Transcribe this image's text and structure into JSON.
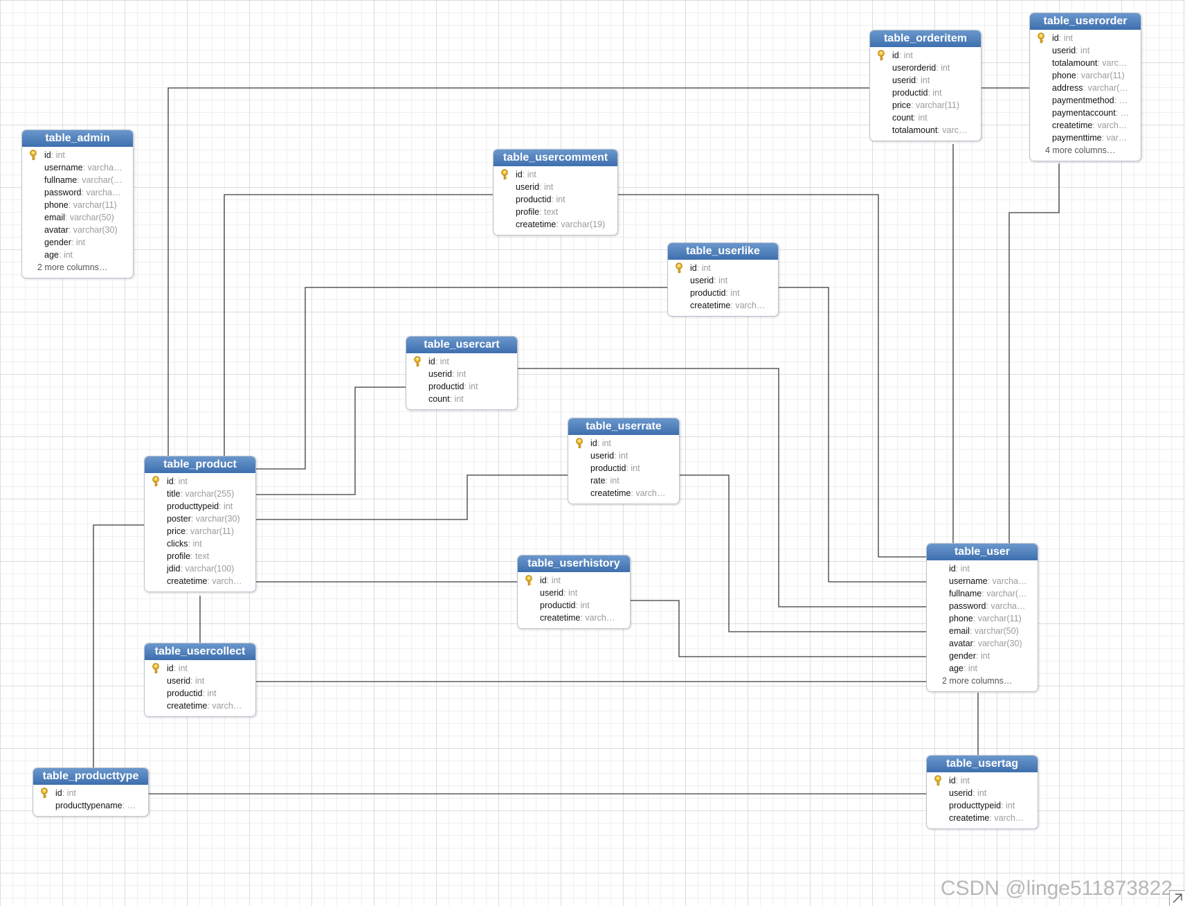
{
  "diagram": {
    "tables": [
      {
        "id": "table_admin",
        "name": "table_admin",
        "columns": [
          {
            "name": "id",
            "type": "int",
            "key": true
          },
          {
            "name": "username",
            "type": "varcha…"
          },
          {
            "name": "fullname",
            "type": "varchar(…"
          },
          {
            "name": "password",
            "type": "varcha…"
          },
          {
            "name": "phone",
            "type": "varchar(11)"
          },
          {
            "name": "email",
            "type": "varchar(50)"
          },
          {
            "name": "avatar",
            "type": "varchar(30)"
          },
          {
            "name": "gender",
            "type": "int"
          },
          {
            "name": "age",
            "type": "int"
          }
        ],
        "more": "2 more columns…"
      },
      {
        "id": "table_usercomment",
        "name": "table_usercomment",
        "columns": [
          {
            "name": "id",
            "type": "int",
            "key": true
          },
          {
            "name": "userid",
            "type": "int"
          },
          {
            "name": "productid",
            "type": "int"
          },
          {
            "name": "profile",
            "type": "text"
          },
          {
            "name": "createtime",
            "type": "varchar(19)"
          }
        ]
      },
      {
        "id": "table_orderitem",
        "name": "table_orderitem",
        "columns": [
          {
            "name": "id",
            "type": "int",
            "key": true
          },
          {
            "name": "userorderid",
            "type": "int"
          },
          {
            "name": "userid",
            "type": "int"
          },
          {
            "name": "productid",
            "type": "int"
          },
          {
            "name": "price",
            "type": "varchar(11)"
          },
          {
            "name": "count",
            "type": "int"
          },
          {
            "name": "totalamount",
            "type": "varc…"
          }
        ]
      },
      {
        "id": "table_userorder",
        "name": "table_userorder",
        "columns": [
          {
            "name": "id",
            "type": "int",
            "key": true
          },
          {
            "name": "userid",
            "type": "int"
          },
          {
            "name": "totalamount",
            "type": "varc…"
          },
          {
            "name": "phone",
            "type": "varchar(11)"
          },
          {
            "name": "address",
            "type": "varchar(…"
          },
          {
            "name": "paymentmethod",
            "type": "…"
          },
          {
            "name": "paymentaccount",
            "type": "…"
          },
          {
            "name": "createtime",
            "type": "varch…"
          },
          {
            "name": "paymenttime",
            "type": "var…"
          }
        ],
        "more": "4 more columns…"
      },
      {
        "id": "table_userlike",
        "name": "table_userlike",
        "columns": [
          {
            "name": "id",
            "type": "int",
            "key": true
          },
          {
            "name": "userid",
            "type": "int"
          },
          {
            "name": "productid",
            "type": "int"
          },
          {
            "name": "createtime",
            "type": "varch…"
          }
        ]
      },
      {
        "id": "table_usercart",
        "name": "table_usercart",
        "columns": [
          {
            "name": "id",
            "type": "int",
            "key": true
          },
          {
            "name": "userid",
            "type": "int"
          },
          {
            "name": "productid",
            "type": "int"
          },
          {
            "name": "count",
            "type": "int"
          }
        ]
      },
      {
        "id": "table_userrate",
        "name": "table_userrate",
        "columns": [
          {
            "name": "id",
            "type": "int",
            "key": true
          },
          {
            "name": "userid",
            "type": "int"
          },
          {
            "name": "productid",
            "type": "int"
          },
          {
            "name": "rate",
            "type": "int"
          },
          {
            "name": "createtime",
            "type": "varch…"
          }
        ]
      },
      {
        "id": "table_product",
        "name": "table_product",
        "columns": [
          {
            "name": "id",
            "type": "int",
            "key": true
          },
          {
            "name": "title",
            "type": "varchar(255)"
          },
          {
            "name": "producttypeid",
            "type": "int"
          },
          {
            "name": "poster",
            "type": "varchar(30)"
          },
          {
            "name": "price",
            "type": "varchar(11)"
          },
          {
            "name": "clicks",
            "type": "int"
          },
          {
            "name": "profile",
            "type": "text"
          },
          {
            "name": "jdid",
            "type": "varchar(100)"
          },
          {
            "name": "createtime",
            "type": "varch…"
          }
        ]
      },
      {
        "id": "table_userhistory",
        "name": "table_userhistory",
        "columns": [
          {
            "name": "id",
            "type": "int",
            "key": true
          },
          {
            "name": "userid",
            "type": "int"
          },
          {
            "name": "productid",
            "type": "int"
          },
          {
            "name": "createtime",
            "type": "varch…"
          }
        ]
      },
      {
        "id": "table_user",
        "name": "table_user",
        "columns": [
          {
            "name": "id",
            "type": "int"
          },
          {
            "name": "username",
            "type": "varcha…"
          },
          {
            "name": "fullname",
            "type": "varchar(…"
          },
          {
            "name": "password",
            "type": "varcha…"
          },
          {
            "name": "phone",
            "type": "varchar(11)"
          },
          {
            "name": "email",
            "type": "varchar(50)"
          },
          {
            "name": "avatar",
            "type": "varchar(30)"
          },
          {
            "name": "gender",
            "type": "int"
          },
          {
            "name": "age",
            "type": "int"
          }
        ],
        "more": "2 more columns…"
      },
      {
        "id": "table_usercollect",
        "name": "table_usercollect",
        "columns": [
          {
            "name": "id",
            "type": "int",
            "key": true
          },
          {
            "name": "userid",
            "type": "int"
          },
          {
            "name": "productid",
            "type": "int"
          },
          {
            "name": "createtime",
            "type": "varch…"
          }
        ]
      },
      {
        "id": "table_producttype",
        "name": "table_producttype",
        "columns": [
          {
            "name": "id",
            "type": "int",
            "key": true
          },
          {
            "name": "producttypename",
            "type": "…"
          }
        ]
      },
      {
        "id": "table_usertag",
        "name": "table_usertag",
        "columns": [
          {
            "name": "id",
            "type": "int",
            "key": true
          },
          {
            "name": "userid",
            "type": "int"
          },
          {
            "name": "producttypeid",
            "type": "int"
          },
          {
            "name": "createtime",
            "type": "varch…"
          }
        ]
      }
    ],
    "relationships": [
      {
        "from": "table_product",
        "to": "table_orderitem"
      },
      {
        "from": "table_product",
        "to": "table_usercomment"
      },
      {
        "from": "table_product",
        "to": "table_userlike"
      },
      {
        "from": "table_product",
        "to": "table_usercart"
      },
      {
        "from": "table_product",
        "to": "table_userrate"
      },
      {
        "from": "table_product",
        "to": "table_userhistory"
      },
      {
        "from": "table_product",
        "to": "table_usercollect"
      },
      {
        "from": "table_producttype",
        "to": "table_product"
      },
      {
        "from": "table_producttype",
        "to": "table_usertag"
      },
      {
        "from": "table_user",
        "to": "table_usercomment"
      },
      {
        "from": "table_user",
        "to": "table_userlike"
      },
      {
        "from": "table_user",
        "to": "table_usercart"
      },
      {
        "from": "table_user",
        "to": "table_userrate"
      },
      {
        "from": "table_user",
        "to": "table_userhistory"
      },
      {
        "from": "table_user",
        "to": "table_usercollect"
      },
      {
        "from": "table_user",
        "to": "table_orderitem"
      },
      {
        "from": "table_user",
        "to": "table_userorder"
      },
      {
        "from": "table_user",
        "to": "table_usertag"
      },
      {
        "from": "table_userorder",
        "to": "table_orderitem"
      }
    ]
  },
  "watermark": "CSDN @linge511873822"
}
